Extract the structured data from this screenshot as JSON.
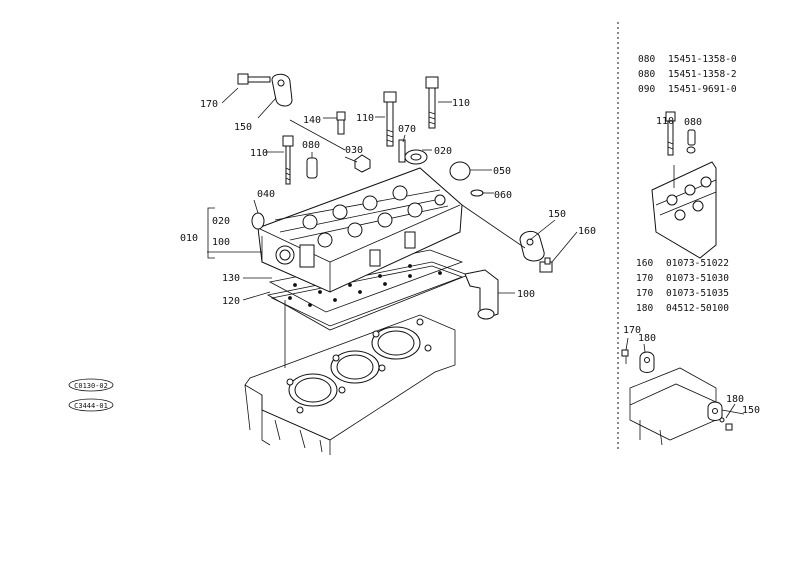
{
  "callouts": {
    "c170a": "170",
    "c150a": "150",
    "c140": "140",
    "c110a": "110",
    "c110b": "110",
    "c070": "070",
    "c020a": "020",
    "c050": "050",
    "c060": "060",
    "c030": "030",
    "c080": "080",
    "c110c": "110",
    "c040": "040",
    "c020b": "020",
    "c100a": "100",
    "c010": "010",
    "c130": "130",
    "c120": "120",
    "c150b": "150",
    "c160": "160",
    "c100b": "100"
  },
  "ref_codes": [
    "C0130-02",
    "C3444-01"
  ],
  "table_top": [
    {
      "ref": "080",
      "part": "15451-1358-0"
    },
    {
      "ref": "080",
      "part": "15451-1358-2"
    },
    {
      "ref": "090",
      "part": "15451-9691-0"
    }
  ],
  "table_mid": [
    {
      "ref": "160",
      "part": "01073-51022"
    },
    {
      "ref": "170",
      "part": "01073-51030"
    },
    {
      "ref": "170",
      "part": "01073-51035"
    },
    {
      "ref": "180",
      "part": "04512-50100"
    }
  ],
  "inset": {
    "c110": "110",
    "c080": "080",
    "c170": "170",
    "c180a": "180",
    "c180b": "180",
    "c150": "150"
  }
}
